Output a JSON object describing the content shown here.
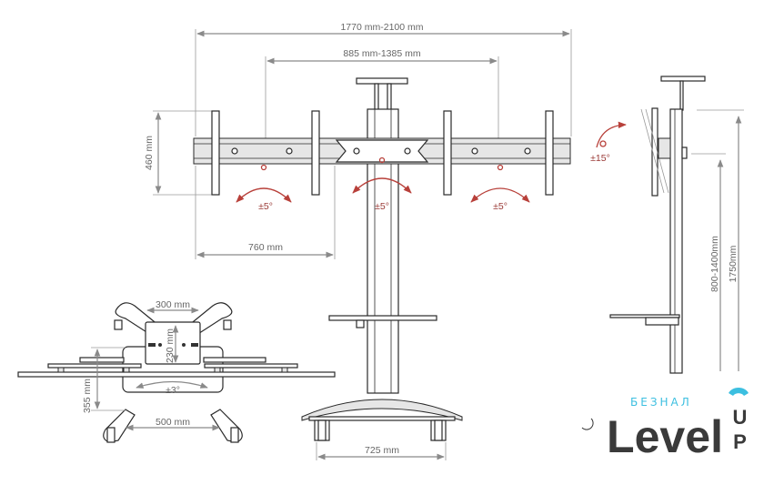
{
  "front_view": {
    "overall_width": "1770 mm-2100 mm",
    "center_spacing": "885 mm-1385 mm",
    "bracket_height": "460 mm",
    "bracket_width": "760 mm",
    "tilt_left": "±5°",
    "tilt_center": "±5°",
    "tilt_right": "±5°",
    "base_width": "725 mm"
  },
  "side_view": {
    "tilt": "±15°",
    "mount_height": "800-1400mm",
    "total_height": "1750mm"
  },
  "top_view": {
    "plate_width": "300 mm",
    "plate_height": "230 mm",
    "depth": "355 mm",
    "rotation": "±3°",
    "wheel_span": "500 mm"
  },
  "logo": {
    "top": "БЕЗНАЛ",
    "main": "Level",
    "side": "UP",
    "colors": {
      "accent": "#3cbfe0",
      "text": "#3a3a3a"
    }
  }
}
